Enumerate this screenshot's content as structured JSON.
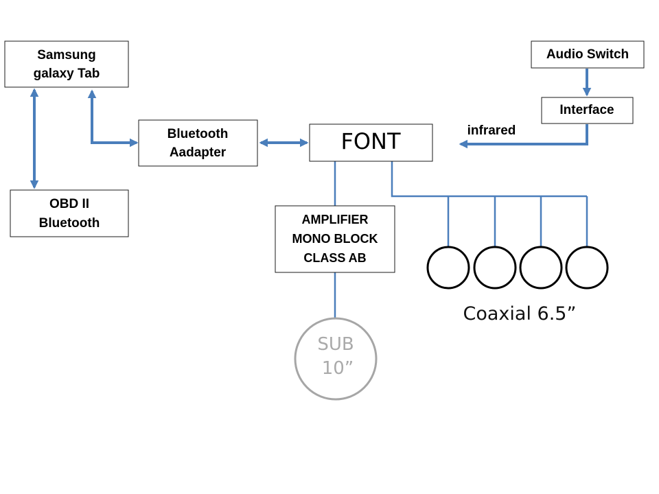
{
  "blocks": {
    "samsung": {
      "line1": "Samsung",
      "line2": "galaxy Tab"
    },
    "obd": {
      "line1": "OBD II",
      "line2": "Bluetooth"
    },
    "bt_adapter": {
      "line1": "Bluetooth",
      "line2": "Aadapter"
    },
    "font": {
      "label": "FONT"
    },
    "audio_switch": {
      "label": "Audio Switch"
    },
    "interface": {
      "label": "Interface"
    },
    "amplifier": {
      "line1": "AMPLIFIER",
      "line2": "MONO BLOCK",
      "line3": "CLASS AB"
    }
  },
  "connections": {
    "infrared_label": "infrared"
  },
  "speakers": {
    "coaxial_label": "Coaxial 6.5”",
    "count": 4
  },
  "subwoofer": {
    "line1": "SUB",
    "line2": "10”"
  },
  "colors": {
    "wire": "#4a7ebb",
    "box_border": "#1a1a1a",
    "speaker_outline": "#000000",
    "sub_outline": "#a6a6a6"
  }
}
